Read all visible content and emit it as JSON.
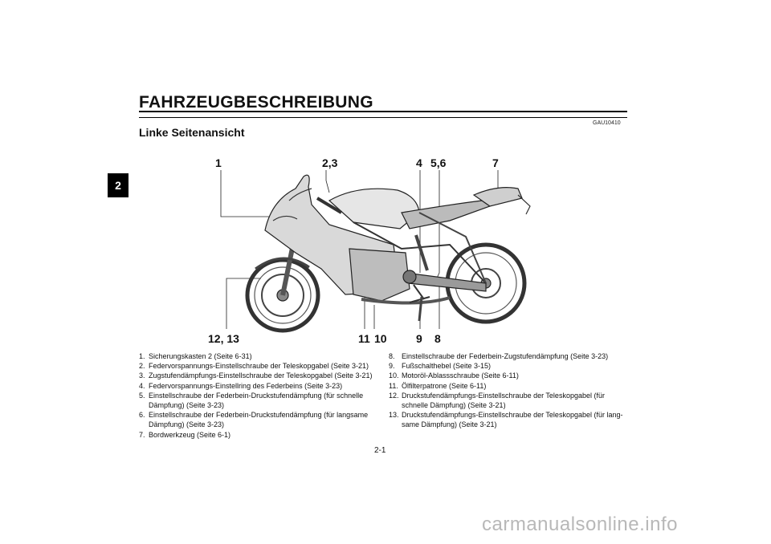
{
  "chapter_tab": "2",
  "header": {
    "title": "FAHRZEUGBESCHREIBUNG",
    "section_title": "Linke Seitenansicht",
    "ref_code": "GAU10410"
  },
  "callouts": {
    "c1": "1",
    "c23": "2,3",
    "c4": "4",
    "c56": "5,6",
    "c7": "7",
    "c1213": "12, 13",
    "c11": "11",
    "c10": "10",
    "c9": "9",
    "c8": "8"
  },
  "legend_left": [
    {
      "num": "1.",
      "text": "Sicherungskasten 2 (Seite 6-31)"
    },
    {
      "num": "2.",
      "text": "Federvorspannungs-Einstellschraube der Teleskopgabel (Seite 3-21)"
    },
    {
      "num": "3.",
      "text": "Zugstufendämpfungs-Einstellschraube der Teleskopgabel (Seite 3-21)"
    },
    {
      "num": "4.",
      "text": "Federvorspannungs-Einstellring des Federbeins (Seite 3-23)"
    },
    {
      "num": "5.",
      "text": "Einstellschraube der Federbein-Druckstufendämpfung (für schnelle Dämpfung) (Seite 3-23)"
    },
    {
      "num": "6.",
      "text": "Einstellschraube der Federbein-Druckstufendämpfung (für langsame Dämpfung) (Seite 3-23)"
    },
    {
      "num": "7.",
      "text": "Bordwerkzeug (Seite 6-1)"
    }
  ],
  "legend_right": [
    {
      "num": "8.",
      "text": "Einstellschraube der Federbein-Zugstufendämpfung (Seite 3-23)"
    },
    {
      "num": "9.",
      "text": "Fußschalthebel (Seite 3-15)"
    },
    {
      "num": "10.",
      "text": "Motoröl-Ablassschraube (Seite 6-11)"
    },
    {
      "num": "11.",
      "text": "Ölfilterpatrone (Seite 6-11)"
    },
    {
      "num": "12.",
      "text": "Druckstufendämpfungs-Einstellschraube der Teleskopgabel (für schnelle Dämpfung) (Seite 3-21)"
    },
    {
      "num": "13.",
      "text": "Druckstufendämpfungs-Einstellschraube der Teleskopgabel (für lang-same Dämpfung) (Seite 3-21)"
    }
  ],
  "footer": {
    "page_number": "2-1",
    "watermark": "carmanualsonline.info"
  }
}
